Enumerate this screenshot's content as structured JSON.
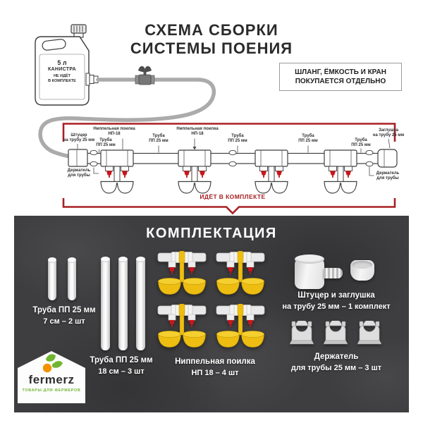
{
  "colors": {
    "accent_red": "#A82023",
    "nipple_red": "#C8161B",
    "drinker_yellow": "#EDBE11",
    "panel_bg": "#3E3E40",
    "brand_green": "#6FB52F",
    "brand_orange": "#F39200"
  },
  "header": {
    "title": "СХЕМА СБОРКИ\nСИСТЕМЫ ПОЕНИЯ"
  },
  "canister": {
    "volume": "5 л",
    "name": "КАНИСТРА",
    "note": "НЕ ИДЁТ\nВ КОМПЛЕКТЕ"
  },
  "notice": {
    "text": "ШЛАНГ, ЁМКОСТЬ И КРАН\nПОКУПАЕТСЯ ОТДЕЛЬНО"
  },
  "diagram": {
    "fitting_label": "Штуцер\nна трубу 25 мм",
    "pipe_label": "Труба\nПП 25 мм",
    "drinker_label": "Ниппельная поилка\nНП-18",
    "plug_label": "Заглушка\nна трубу 25 мм",
    "holder_label": "Держатель\nдля трубы",
    "included_note": "ИДЁТ В КОМПЛЕКТЕ"
  },
  "kit": {
    "heading": "КОМПЛЕКТАЦИЯ",
    "items": [
      {
        "name": "Труба ПП 25 мм",
        "qty": "7 см – 2 шт"
      },
      {
        "name": "Труба ПП 25 мм",
        "qty": "18 см – 3 шт"
      },
      {
        "name": "Ниппельная поилка",
        "qty": "НП 18 – 4 шт"
      },
      {
        "name": "Штуцер и заглушка",
        "qty": "на трубу 25 мм – 1 комплект"
      },
      {
        "name": "Держатель",
        "qty": "для трубы 25 мм – 3 шт"
      }
    ]
  },
  "brand": {
    "name": "fermerz",
    "tagline": "ТОВАРЫ ДЛЯ ФЕРМЕРОВ"
  }
}
